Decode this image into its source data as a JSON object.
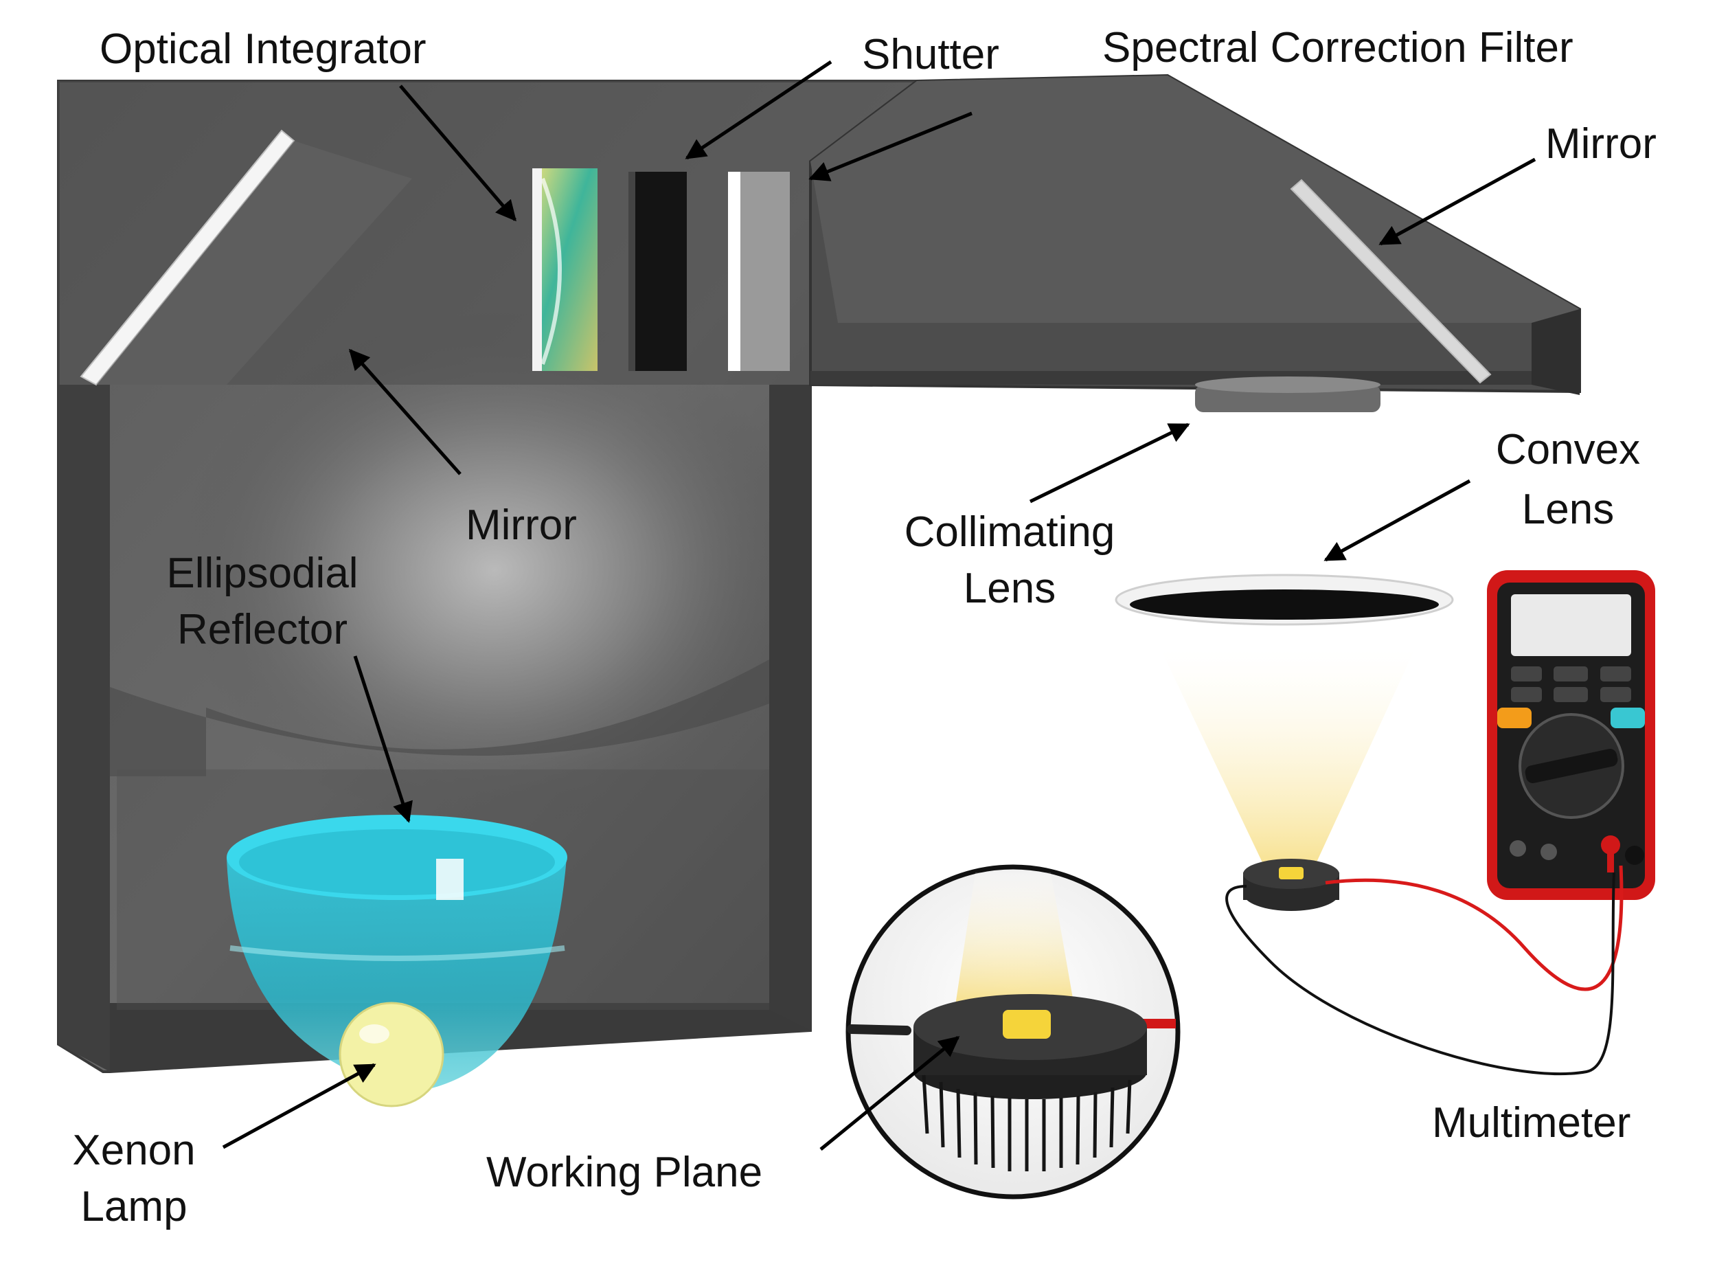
{
  "labels": {
    "optical_integrator": "Optical Integrator",
    "shutter": "Shutter",
    "spectral_filter": "Spectral Correction Filter",
    "mirror_right": "Mirror",
    "mirror_left": "Mirror",
    "convex_l1": "Convex",
    "convex_l2": "Lens",
    "collimating_l1": "Collimating",
    "collimating_l2": "Lens",
    "ellipsoidal_l1": "Ellipsodial",
    "ellipsoidal_l2": "Reflector",
    "xenon_l1": "Xenon",
    "xenon_l2": "Lamp",
    "working_plane": "Working Plane",
    "multimeter": "Multimeter"
  },
  "colors": {
    "housing": "#555555",
    "housing_dark": "#3d3d3d",
    "reflector": "#35cde0",
    "lamp": "#f3f2a6",
    "beam": "#f7e08a",
    "multimeter_body": "#d11818",
    "wire_red": "#d81a1a",
    "wire_black": "#111111"
  }
}
